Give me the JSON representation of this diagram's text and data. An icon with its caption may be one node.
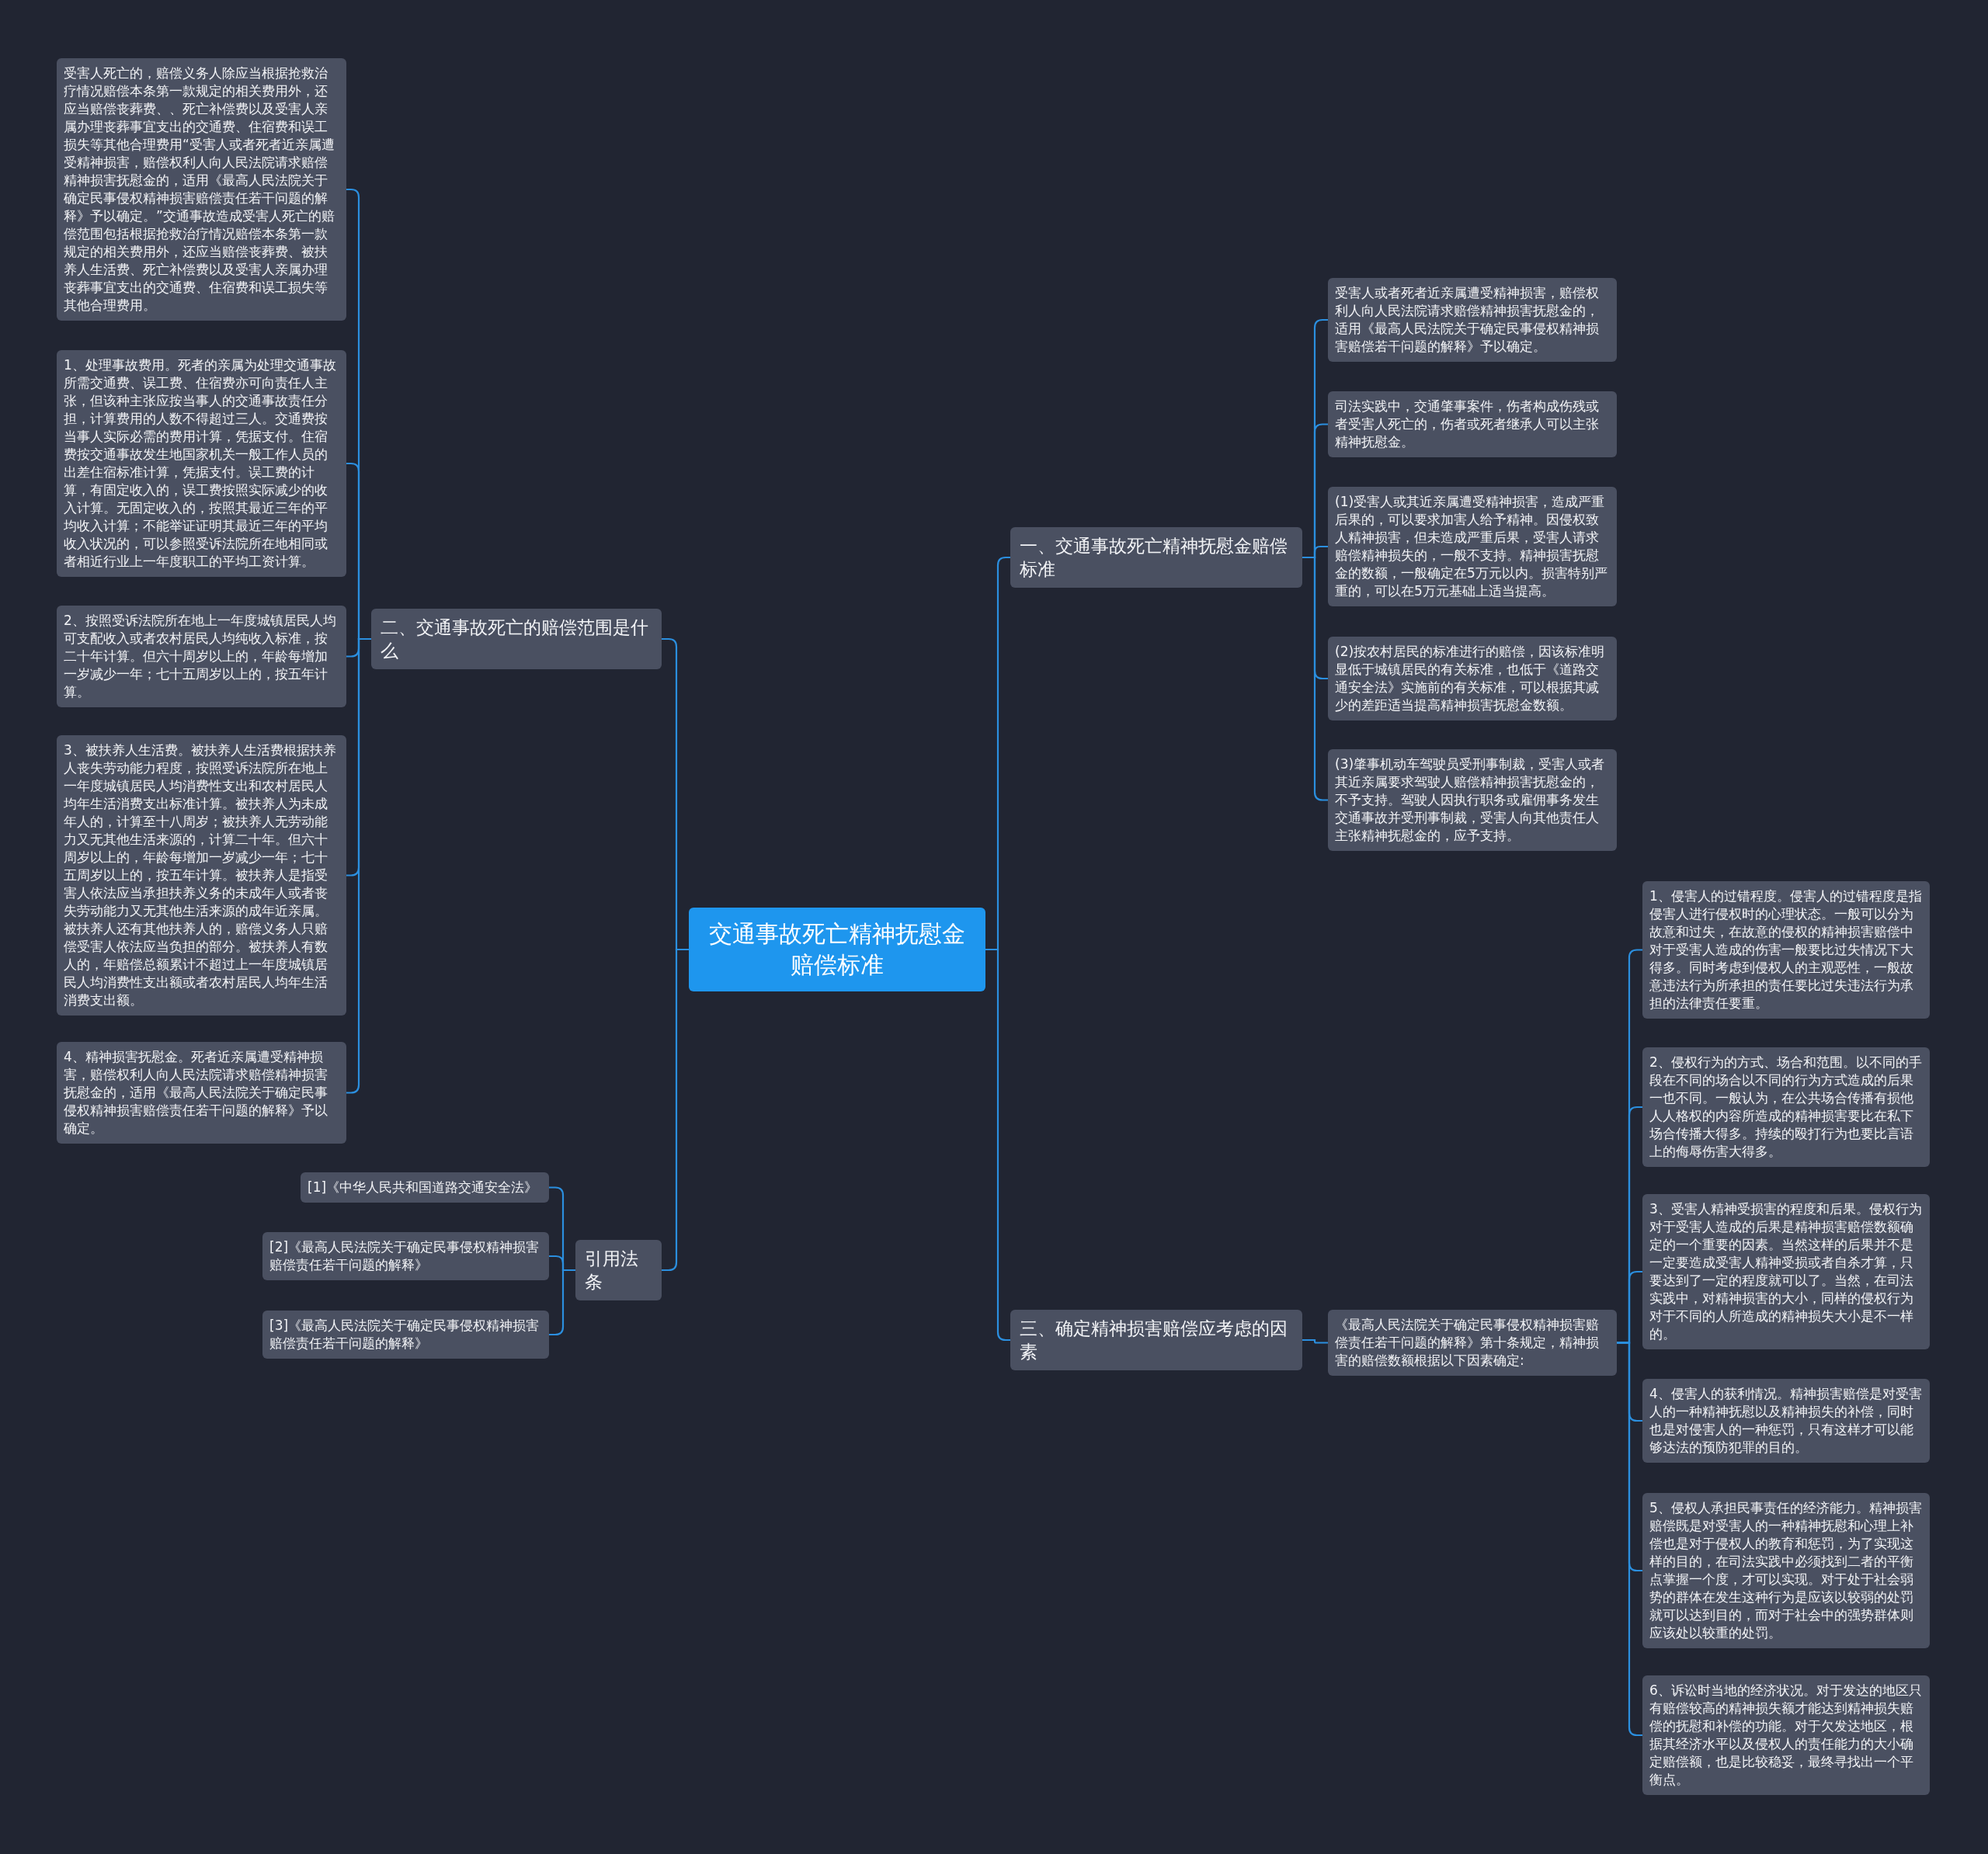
{
  "diagram": {
    "nodes": [
      {
        "text": [
          "交通事故死亡精神抚慰金赔偿标准"
        ]
      },
      {
        "text": [
          "二、交通事故死亡的赔偿范围是什么"
        ]
      },
      {
        "text": [
          "受害人死亡的，赔偿义务人除应当根据抢救治疗情况赔偿本条第一款规定的相关费用外，还应当赔偿丧葬费、、死亡补偿费以及受害人亲属办理丧葬事宜支出的交通费、住宿费和误工损失等其他合理费用“受害人或者死者近亲属遭受精神损害，赔偿权利人向人民法院请求赔偿精神损害抚慰金的，适用《最高人民法院关于确定民事侵权精神损害赔偿责任若干问题的解释》予以确定。”交通事故造成受害人死亡的赔偿范围包括根据抢救治疗情况赔偿本条第一款规定的相关费用外，还应当赔偿丧葬费、被扶养人生活费、死亡补偿费以及受害人亲属办理丧葬事宜支出的交通费、住宿费和误工损失等其他合理费用。"
        ]
      },
      {
        "text": [
          "1、处理事故费用。死者的亲属为处理交通事故所需交通费、误工费、住宿费亦可向责任人主张，但该种主张应按当事人的交通事故责任分担，计算费用的人数不得超过三人。交通费按当事人实际必需的费用计算，凭据支付。住宿费按交通事故发生地国家机关一般工作人员的出差住宿标准计算，凭据支付。误工费的计算，有固定收入的，误工费按照实际减少的收入计算。无固定收入的，按照其最近三年的平均收入计算；不能举证证明其最近三年的平均收入状况的，可以参照受诉法院所在地相同或者相近行业上一年度职工的平均工资计算。"
        ]
      },
      {
        "text": [
          "2、按照受诉法院所在地上一年度城镇居民人均可支配收入或者农村居民人均纯收入标准，按二十年计算。但六十周岁以上的，年龄每增加一岁减少一年；七十五周岁以上的，按五年计算。"
        ]
      },
      {
        "text": [
          "3、被扶养人生活费。被扶养人生活费根据扶养人丧失劳动能力程度，按照受诉法院所在地上一年度城镇居民人均消费性支出和农村居民人均年生活消费支出标准计算。被扶养人为未成年人的，计算至十八周岁；被扶养人无劳动能力又无其他生活来源的，计算二十年。但六十周岁以上的，年龄每增加一岁减少一年；七十五周岁以上的，按五年计算。被扶养人是指受害人依法应当承担扶养义务的未成年人或者丧失劳动能力又无其他生活来源的成年近亲属。被扶养人还有其他扶养人的，赔偿义务人只赔偿受害人依法应当负担的部分。被扶养人有数人的，年赔偿总额累计不超过上一年度城镇居民人均消费性支出额或者农村居民人均年生活消费支出额。"
        ]
      },
      {
        "text": [
          "4、精神损害抚慰金。死者近亲属遭受精神损害，赔偿权利人向人民法院请求赔偿精神损害抚慰金的，适用《最高人民法院关于确定民事侵权精神损害赔偿责任若干问题的解释》予以确定。"
        ]
      },
      {
        "text": [
          "引用法条"
        ]
      },
      {
        "text": [
          "[1]《中华人民共和国道路交通安全法》"
        ]
      },
      {
        "text": [
          "[2]《最高人民法院关于确定民事侵权精神损害赔偿责任若干问题的解释》"
        ]
      },
      {
        "text": [
          "[3]《最高人民法院关于确定民事侵权精神损害赔偿责任若干问题的解释》"
        ]
      },
      {
        "text": [
          "一、交通事故死亡精神抚慰金赔偿标准"
        ]
      },
      {
        "text": [
          "受害人或者死者近亲属遭受精神损害，赔偿权利人向人民法院请求赔偿精神损害抚慰金的，适用《最高人民法院关于确定民事侵权精神损害赔偿若干问题的解释》予以确定。"
        ]
      },
      {
        "text": [
          "司法实践中，交通肇事案件，伤者构成伤残或者受害人死亡的，伤者或死者继承人可以主张精神抚慰金。"
        ]
      },
      {
        "text": [
          "(1)受害人或其近亲属遭受精神损害，造成严重后果的，可以要求加害人给予精神。因侵权致人精神损害，但未造成严重后果，受害人请求赔偿精神损失的，一般不支持。精神损害抚慰金的数额，一般确定在5万元以内。损害特别严重的，可以在5万元基础上适当提高。"
        ]
      },
      {
        "text": [
          "(2)按农村居民的标准进行的赔偿，因该标准明显低于城镇居民的有关标准，也低于《道路交通安全法》实施前的有关标准，可以根据其减少的差距适当提高精神损害抚慰金数额。"
        ]
      },
      {
        "text": [
          "(3)肇事机动车驾驶员受刑事制裁，受害人或者其近亲属要求驾驶人赔偿精神损害抚慰金的，不予支持。驾驶人因执行职务或雇佣事务发生交通事故并受刑事制裁，受害人向其他责任人主张精神抚慰金的，应予支持。"
        ]
      },
      {
        "text": [
          "三、确定精神损害赔偿应考虑的因素"
        ]
      },
      {
        "text": [
          "《最高人民法院关于确定民事侵权精神损害赔偿责任若干问题的解释》第十条规定，精神损害的赔偿数额根据以下因素确定:"
        ]
      },
      {
        "text": [
          "1、侵害人的过错程度。侵害人的过错程度是指侵害人进行侵权时的心理状态。一般可以分为故意和过失，在故意的侵权的精神损害赔偿中对于受害人造成的伤害一般要比过失情况下大得多。同时考虑到侵权人的主观恶性，一般故意违法行为所承担的责任要比过失违法行为承担的法律责任要重。"
        ]
      },
      {
        "text": [
          "2、侵权行为的方式、场合和范围。以不同的手段在不同的场合以不同的行为方式造成的后果一也不同。一般认为，在公共场合传播有损他人人格权的内容所造成的精神损害要比在私下场合传播大得多。持续的殴打行为也要比言语上的侮辱伤害大得多。"
        ]
      },
      {
        "text": [
          "3、受害人精神受损害的程度和后果。侵权行为对于受害人造成的后果是精神损害赔偿数额确定的一个重要的因素。当然这样的后果并不是一定要造成受害人精神受损或者自杀才算，只要达到了一定的程度就可以了。当然，在司法实践中，对精神损害的大小，同样的侵权行为对于不同的人所造成的精神损失大小是不一样的。"
        ]
      },
      {
        "text": [
          "4、侵害人的获利情况。精神损害赔偿是对受害人的一种精神抚慰以及精神损失的补偿，同时也是对侵害人的一种惩罚，只有这样才可以能够达法的预防犯罪的目的。"
        ]
      },
      {
        "text": [
          "5、侵权人承担民事责任的经济能力。精神损害赔偿既是对受害人的一种精神抚慰和心理上补偿也是对于侵权人的教育和惩罚，为了实现这样的目的，在司法实践中必须找到二者的平衡点掌握一个度，才可以实现。对于处于社会弱势的群体在发生这种行为是应该以较弱的处罚就可以达到目的，而对于社会中的强势群体则应该处以较重的处罚。"
        ]
      },
      {
        "text": [
          "6、诉讼时当地的经济状况。对于发达的地区只有赔偿较高的精神损失额才能达到精神损失赔偿的抚慰和补偿的功能。对于欠发达地区，根据其经济水平以及侵权人的责任能力的大小确定赔偿额，也是比较稳妥，最终寻找出一个平衡点。"
        ]
      }
    ],
    "edges": [
      {
        "from": 0,
        "to": 1,
        "arrow": "none"
      },
      {
        "from": 1,
        "to": 2,
        "arrow": "none"
      },
      {
        "from": 1,
        "to": 3,
        "arrow": "none"
      },
      {
        "from": 1,
        "to": 4,
        "arrow": "none"
      },
      {
        "from": 1,
        "to": 5,
        "arrow": "none"
      },
      {
        "from": 1,
        "to": 6,
        "arrow": "none"
      },
      {
        "from": 0,
        "to": 7,
        "arrow": "none"
      },
      {
        "from": 7,
        "to": 8,
        "arrow": "none"
      },
      {
        "from": 7,
        "to": 9,
        "arrow": "none"
      },
      {
        "from": 7,
        "to": 10,
        "arrow": "none"
      },
      {
        "from": 0,
        "to": 11,
        "arrow": "none"
      },
      {
        "from": 11,
        "to": 12,
        "arrow": "none"
      },
      {
        "from": 11,
        "to": 13,
        "arrow": "none"
      },
      {
        "from": 11,
        "to": 14,
        "arrow": "none"
      },
      {
        "from": 11,
        "to": 15,
        "arrow": "none"
      },
      {
        "from": 11,
        "to": 16,
        "arrow": "none"
      },
      {
        "from": 0,
        "to": 17,
        "arrow": "none"
      },
      {
        "from": 17,
        "to": 18,
        "arrow": "none"
      },
      {
        "from": 18,
        "to": 19,
        "arrow": "none"
      },
      {
        "from": 18,
        "to": 20,
        "arrow": "none"
      },
      {
        "from": 18,
        "to": 21,
        "arrow": "none"
      },
      {
        "from": 18,
        "to": 22,
        "arrow": "none"
      },
      {
        "from": 18,
        "to": 23,
        "arrow": "none"
      },
      {
        "from": 18,
        "to": 24,
        "arrow": "none"
      }
    ]
  }
}
